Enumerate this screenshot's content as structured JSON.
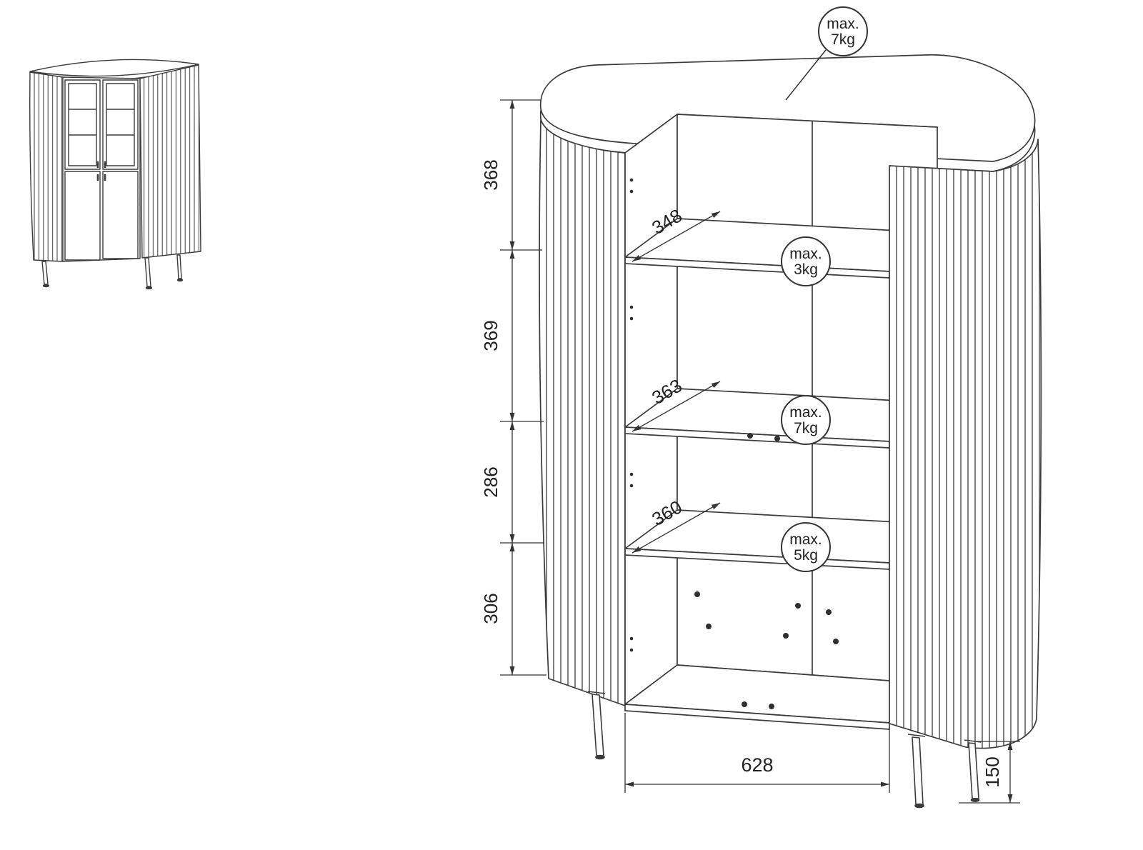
{
  "colors": {
    "background": "#ffffff",
    "line": "#3b3b3b",
    "dimension": "#333333",
    "text": "#222222"
  },
  "dimensions": {
    "left_chain": [
      {
        "label": "368"
      },
      {
        "label": "369"
      },
      {
        "label": "286"
      },
      {
        "label": "306"
      }
    ],
    "shelf_depths": [
      {
        "label": "348"
      },
      {
        "label": "363"
      },
      {
        "label": "360"
      }
    ],
    "interior_width": {
      "label": "628"
    },
    "leg_height": {
      "label": "150"
    }
  },
  "load_limits": {
    "top_panel": {
      "line1": "max.",
      "line2": "7kg"
    },
    "shelf_1": {
      "line1": "max.",
      "line2": "3kg"
    },
    "shelf_2": {
      "line1": "max.",
      "line2": "7kg"
    },
    "shelf_3": {
      "line1": "max.",
      "line2": "5kg"
    }
  }
}
